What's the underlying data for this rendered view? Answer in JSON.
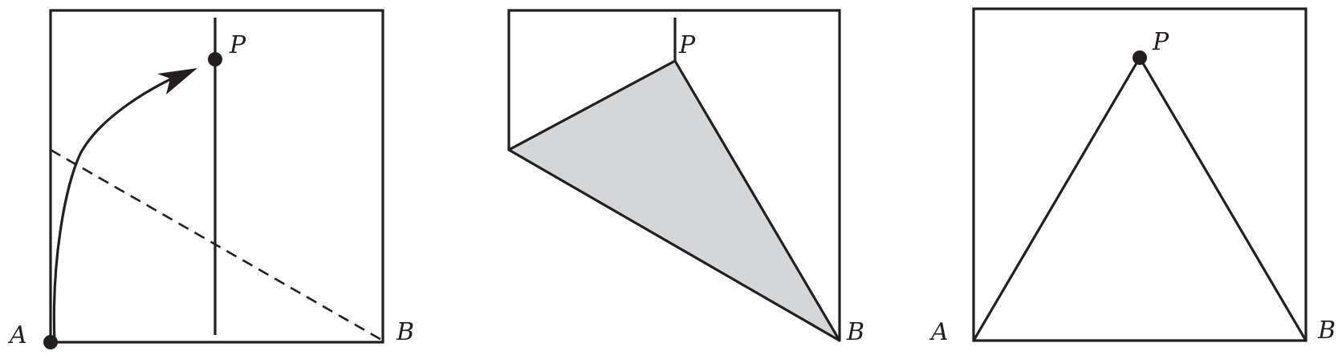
{
  "labels": {
    "point_a": "A",
    "point_b": "B",
    "point_p": "P"
  },
  "colors": {
    "ink": "#231f20",
    "shaded_region": "#d5d6d8",
    "background": "#ffffff"
  }
}
